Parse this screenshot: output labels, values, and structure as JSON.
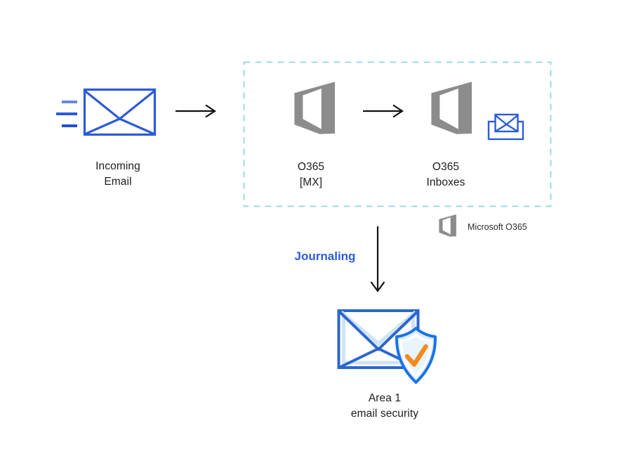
{
  "diagram_title": "",
  "nodes": {
    "incoming_email": {
      "icon": "incoming-email-envelope-icon",
      "label_line1": "Incoming",
      "label_line2": "Email"
    },
    "o365_mx": {
      "icon": "office365-logo-icon",
      "label_line1": "O365",
      "label_line2": "[MX]"
    },
    "o365_inboxes": {
      "icon": "office365-logo-icon",
      "inbox_icon": "inbox-tray-envelope-icon",
      "label_line1": "O365",
      "label_line2": "Inboxes"
    },
    "area1": {
      "icon": "envelope-shield-check-icon",
      "label_line1": "Area 1",
      "label_line2": "email security"
    }
  },
  "legend": {
    "icon": "office365-logo-icon",
    "label": "Microsoft O365"
  },
  "edges": {
    "incoming_to_mx": "arrow-right-icon",
    "mx_to_inboxes": "arrow-right-icon",
    "mx_to_area1": "arrow-down-icon",
    "journaling_label": "Journaling"
  },
  "colors": {
    "text_color": "#1c1c1c",
    "envelope_blue": "#2b5bd7",
    "speed_line_light": "#6887e4",
    "speed_line_mid": "#2b5bd7",
    "speed_line_dark": "#1f50ce",
    "office_gray": "#8c8c8c",
    "dashed_border": "#8fd8de",
    "journaling_blue": "#2b5cd9",
    "arrow_color": "#111111",
    "area1_envelope_blue": "#2b66cc",
    "area1_pale_blue": "#cfe4f6",
    "shield_blue": "#1a73e8",
    "shield_fill": "#dcedfb",
    "shield_inner_fill": "#eaf4fc",
    "check_orange": "#f28b1f"
  }
}
